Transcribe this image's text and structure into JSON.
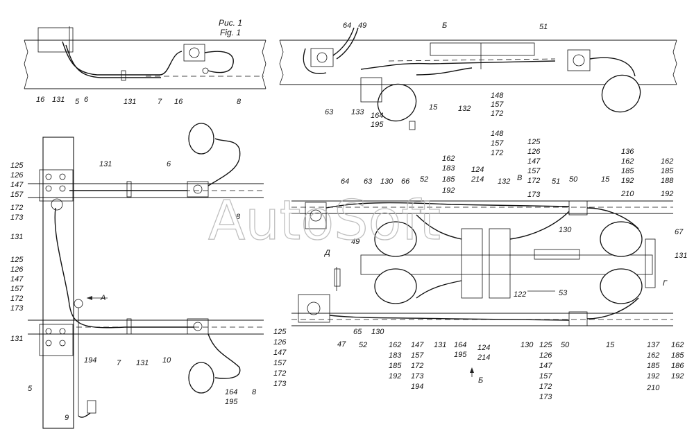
{
  "figure": {
    "caption_ru": "Рис. 1",
    "caption_en": "Fig. 1",
    "watermark": "AutoSoft"
  },
  "view_marks": {
    "b_top": "Б",
    "v": "В",
    "d": "Д",
    "g": "Г",
    "a": "А",
    "b_bottom": "Б"
  },
  "labels_top_left": [
    "16",
    "131",
    "5",
    "6",
    "131",
    "7",
    "16",
    "8"
  ],
  "labels_top_right": [
    "64",
    "49",
    "51",
    "63",
    "133",
    "164",
    "195",
    "15",
    "132",
    "148",
    "157",
    "172"
  ],
  "labels_left": {
    "stack1": [
      "125",
      "126",
      "147",
      "157"
    ],
    "stack2": [
      "172",
      "173"
    ],
    "stack3": [
      "125",
      "126",
      "147",
      "157",
      "172",
      "173"
    ],
    "side": [
      "131",
      "131",
      "6",
      "8",
      "131",
      "5",
      "7",
      "131",
      "10",
      "8",
      "194",
      "9"
    ],
    "bottom_stack": [
      "164",
      "195"
    ]
  },
  "labels_main": {
    "stack_148": [
      "148",
      "157",
      "172"
    ],
    "stack_125": [
      "125",
      "126",
      "147",
      "157",
      "172",
      "173"
    ],
    "stack_136": [
      "136",
      "162",
      "185",
      "192",
      "210"
    ],
    "stack_162r": [
      "162",
      "185",
      "188",
      "192"
    ],
    "stack_162": [
      "162",
      "183",
      "185",
      "192"
    ],
    "stack_124": [
      "124",
      "214"
    ],
    "row_top": [
      "64",
      "63",
      "130",
      "66",
      "52",
      "132",
      "51",
      "50",
      "15",
      "49",
      "130",
      "67",
      "131"
    ],
    "bottom_left_stack": [
      "125",
      "126",
      "147",
      "157",
      "172",
      "173"
    ],
    "bottom_row": [
      "47",
      "65",
      "52",
      "130",
      "131",
      "164",
      "195",
      "130",
      "50",
      "15",
      "122",
      "53"
    ],
    "stack_162b": [
      "162",
      "183",
      "185",
      "192"
    ],
    "stack_147b": [
      "147",
      "157",
      "172",
      "173",
      "194"
    ],
    "stack_124b": [
      "124",
      "214"
    ],
    "stack_125b": [
      "125",
      "126",
      "147",
      "157",
      "172",
      "173"
    ],
    "stack_137": [
      "137",
      "162",
      "185",
      "192",
      "210"
    ],
    "stack_162br": [
      "162",
      "185",
      "186",
      "192"
    ]
  }
}
